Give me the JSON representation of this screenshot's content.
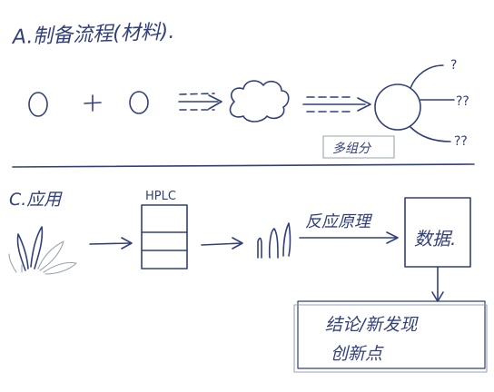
{
  "section_a": {
    "title": "A.制备流程(材料).",
    "product_label": "多组分",
    "outputs": [
      "?",
      "??",
      "??"
    ]
  },
  "section_c": {
    "title": "C.应用",
    "instrument_label": "HPLC",
    "mechanism_label": "反应原理",
    "data_label": "数据.",
    "conclusion_line1": "结论/新发现",
    "conclusion_line2": "创新点"
  },
  "colors": {
    "ink": "#31407a",
    "grey": "#9aa3b2"
  }
}
